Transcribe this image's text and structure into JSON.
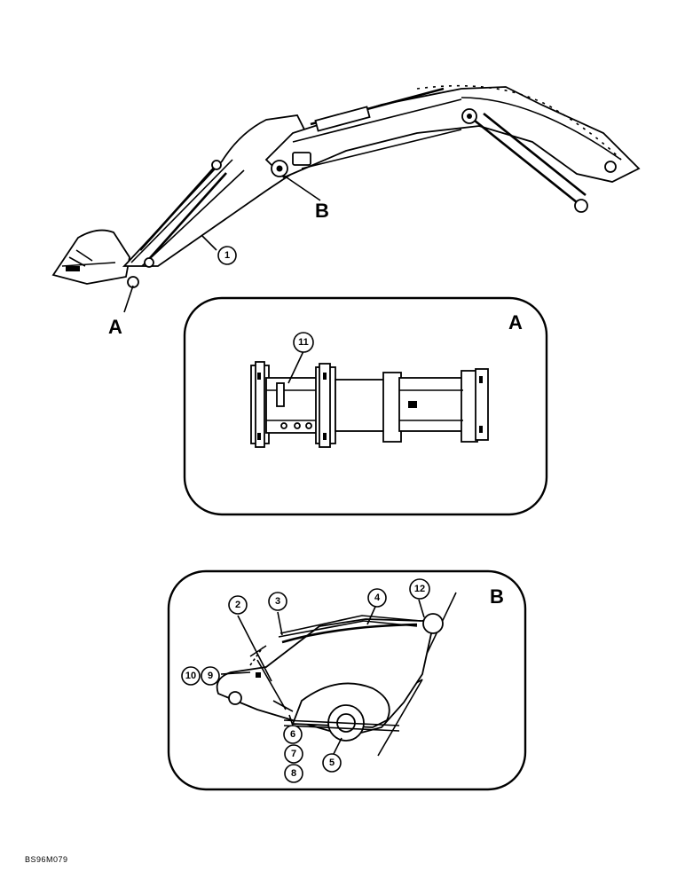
{
  "labels": {
    "view_a": "A",
    "view_b": "B",
    "detail_a_title": "A",
    "detail_b_title": "B"
  },
  "callouts": {
    "c1": "1",
    "c2": "2",
    "c3": "3",
    "c4": "4",
    "c5": "5",
    "c6": "6",
    "c7": "7",
    "c8": "8",
    "c9": "9",
    "c10": "10",
    "c11": "11",
    "c12": "12"
  },
  "reference_code": "BS96M079"
}
